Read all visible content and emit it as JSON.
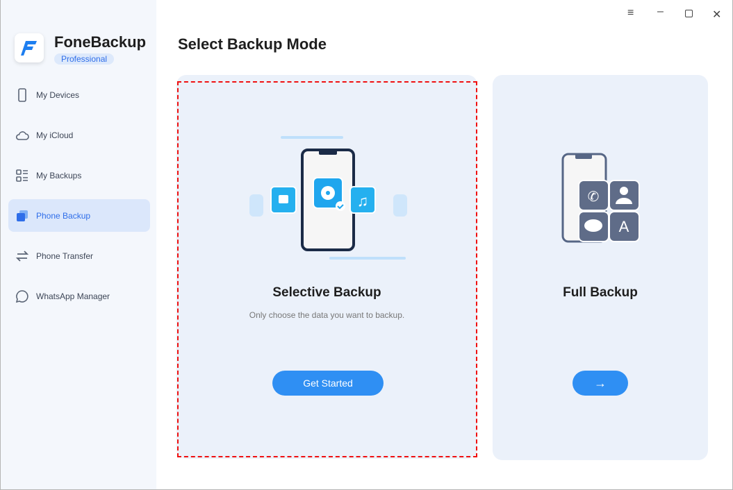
{
  "app": {
    "name": "FoneBackup",
    "edition": "Professional"
  },
  "sidebar": {
    "items": [
      {
        "label": "My Devices",
        "icon": "phone-icon"
      },
      {
        "label": "My iCloud",
        "icon": "cloud-icon"
      },
      {
        "label": "My Backups",
        "icon": "list-icon"
      },
      {
        "label": "Phone Backup",
        "icon": "phone-backup-icon",
        "active": true
      },
      {
        "label": "Phone Transfer",
        "icon": "transfer-icon"
      },
      {
        "label": "WhatsApp Manager",
        "icon": "chat-icon"
      }
    ]
  },
  "main": {
    "title": "Select Backup Mode",
    "selective": {
      "title": "Selective Backup",
      "desc": "Only choose the data you want to backup.",
      "button": "Get Started"
    },
    "full": {
      "title": "Full Backup",
      "button": "→"
    }
  },
  "colors": {
    "accent": "#2f8ff3",
    "selection": "#f01010"
  }
}
